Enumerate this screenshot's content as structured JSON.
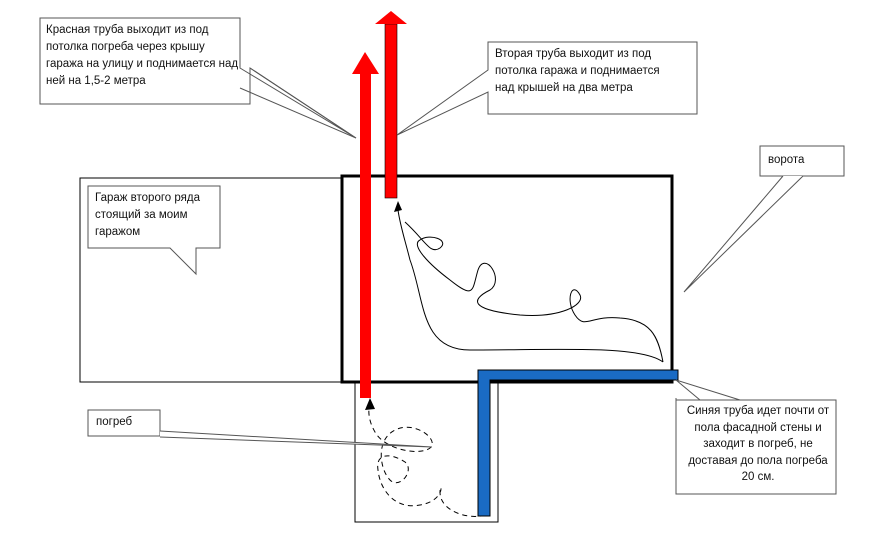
{
  "callouts": {
    "red_pipe": "Красная труба выходит из под\nпотолка погреба через крышу\nгаража на улицу и поднимается над\nней на 1,5-2 метра",
    "second_pipe": "Вторая труба выходит из под\nпотолка гаража и поднимается\nнад крышей на два метра",
    "gate": "ворота",
    "second_row_garage": "Гараж второго ряда\nстоящий за моим\nгаражом",
    "cellar": "погреб",
    "blue_pipe": "Синяя труба идет почти от\nпола фасадной стены и\nзаходит в погреб, не\nдоставая до пола погреба\n20 см."
  },
  "colors": {
    "red_pipe": "#ff0000",
    "blue_pipe": "#1a6bc4",
    "outline": "#000000",
    "callout_border": "#555555"
  }
}
